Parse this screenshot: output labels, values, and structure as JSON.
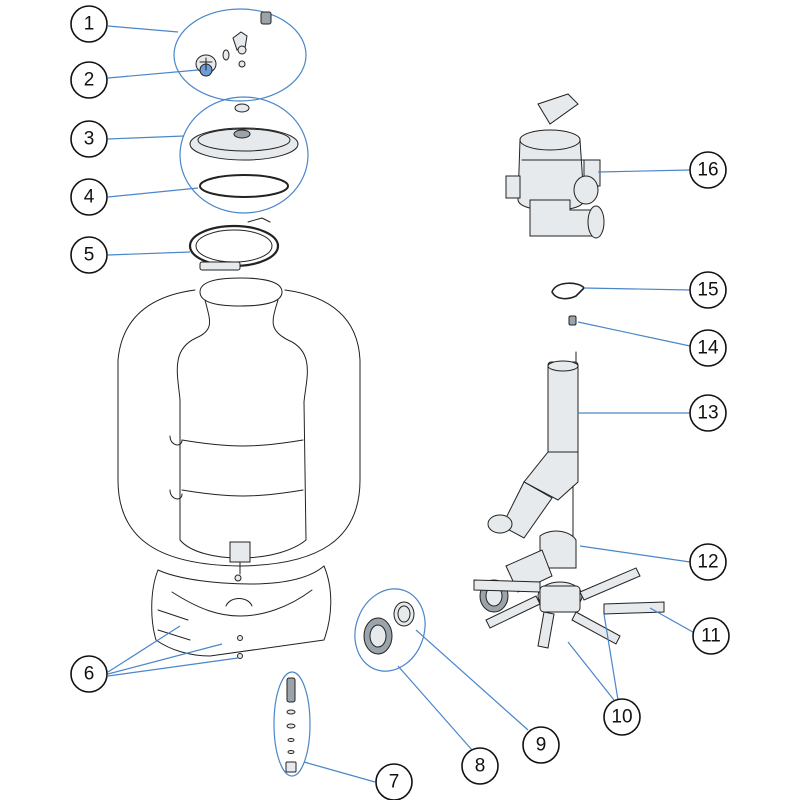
{
  "callouts": [
    {
      "id": "1",
      "label": "1"
    },
    {
      "id": "2",
      "label": "2"
    },
    {
      "id": "3",
      "label": "3"
    },
    {
      "id": "4",
      "label": "4"
    },
    {
      "id": "5",
      "label": "5"
    },
    {
      "id": "6",
      "label": "6"
    },
    {
      "id": "7",
      "label": "7"
    },
    {
      "id": "8",
      "label": "8"
    },
    {
      "id": "9",
      "label": "9"
    },
    {
      "id": "10",
      "label": "10"
    },
    {
      "id": "11",
      "label": "11"
    },
    {
      "id": "12",
      "label": "12"
    },
    {
      "id": "13",
      "label": "13"
    },
    {
      "id": "14",
      "label": "14"
    },
    {
      "id": "15",
      "label": "15"
    },
    {
      "id": "16",
      "label": "16"
    }
  ],
  "colors": {
    "leader": "#4a86c8",
    "outline": "#222222",
    "part_fill": "#e6eaec"
  }
}
